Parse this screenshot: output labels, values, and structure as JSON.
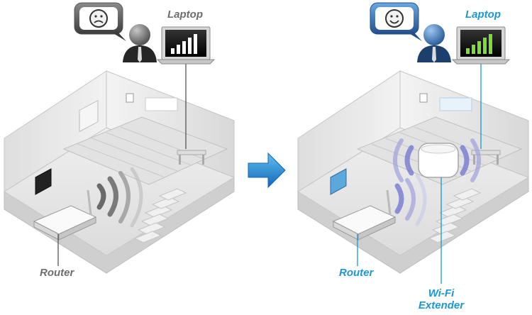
{
  "before": {
    "laptop_label": "Laptop",
    "router_label": "Router",
    "mood": "sad-face-icon"
  },
  "after": {
    "laptop_label": "Laptop",
    "router_label": "Router",
    "extender_label_line1": "Wi-Fi",
    "extender_label_line2": "Extender",
    "mood": "happy-face-icon"
  },
  "colors": {
    "before_label": "#6d6d6d",
    "after_label": "#1a97d6",
    "arrow": "#1f8fd4",
    "signal_before": "#555555",
    "signal_after": "#7b7fd0",
    "bars_before": "#ffffff",
    "bars_after": "#7ddc3a"
  }
}
